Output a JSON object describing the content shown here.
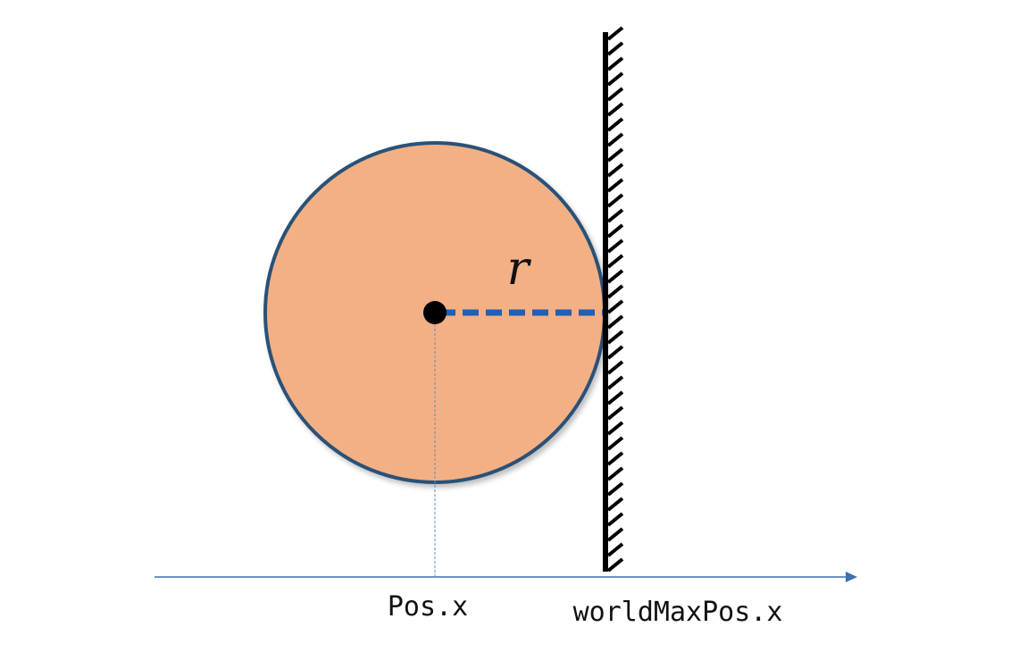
{
  "labels": {
    "radius": "r",
    "position": "Pos.x",
    "wall_position": "worldMaxPos.x"
  },
  "colors": {
    "ball_fill": "#f3b084",
    "ball_stroke": "#2b5177",
    "radius_line": "#1f5fb4",
    "axis": "#3e6fb0",
    "wall": "#000000",
    "center_dot": "#000000"
  }
}
